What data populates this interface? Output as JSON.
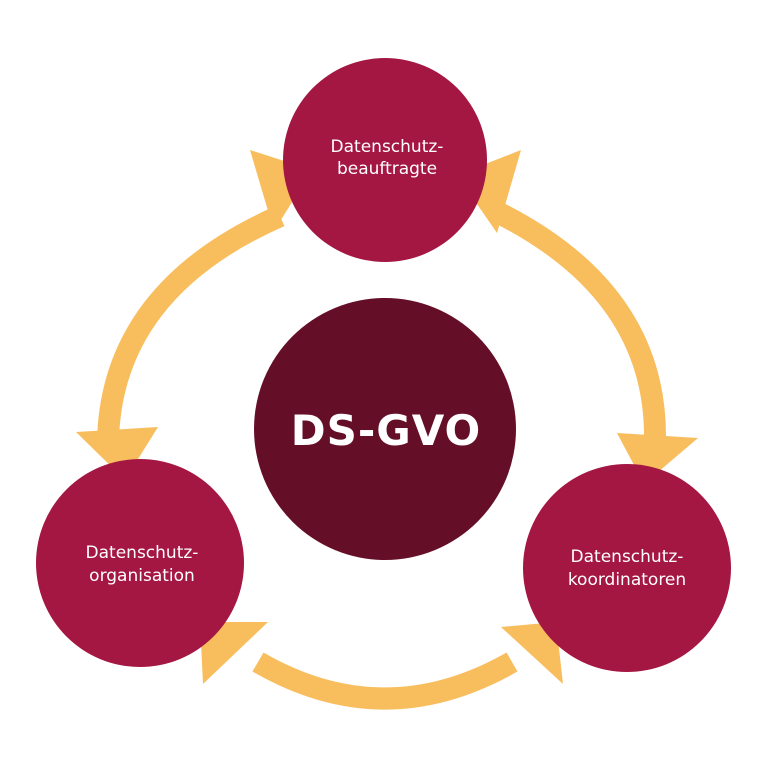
{
  "diagram": {
    "center": {
      "label": "DS-GVO"
    },
    "nodes": [
      {
        "line1": "Datenschutz-",
        "line2": "beauftragte"
      },
      {
        "line1": "Datenschutz-",
        "line2": "koordinatoren"
      },
      {
        "line1": "Datenschutz-",
        "line2": "organisation"
      }
    ]
  },
  "colors": {
    "node_fill": "#A41743",
    "center_fill": "#650E28",
    "arrow_fill": "#F8BE5E",
    "background": "#FFFFFF"
  }
}
